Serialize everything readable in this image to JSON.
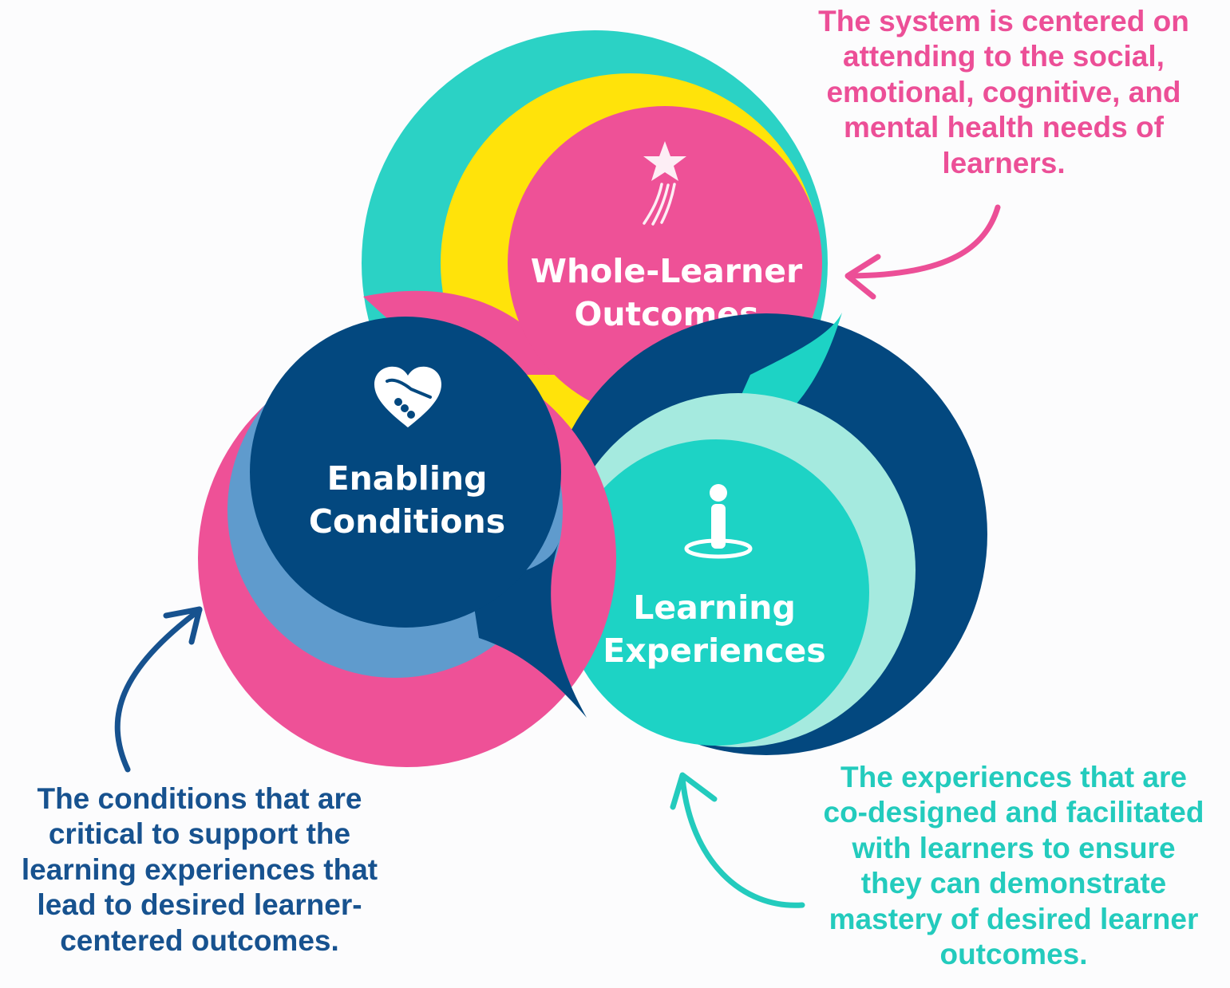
{
  "colors": {
    "pink": "#ee5197",
    "teal": "#2bd2c5",
    "yellow": "#ffe30a",
    "navy": "#03487f",
    "light_blue": "#5f9bcd",
    "mint": "#a5eadf",
    "bright_teal": "#1dd3c5",
    "navy_text": "#17528f",
    "pink_text": "#ec4f97",
    "teal_text": "#23cbbd"
  },
  "circles": {
    "outcomes": {
      "line1": "Whole-Learner",
      "line2": "Outcomes",
      "icon": "shooting-star-icon"
    },
    "conditions": {
      "line1": "Enabling",
      "line2": "Conditions",
      "icon": "heart-handshake-icon"
    },
    "experiences": {
      "line1": "Learning",
      "line2": "Experiences",
      "icon": "person-on-target-icon"
    }
  },
  "notes": {
    "outcomes": [
      "The system is centered on",
      "attending to the social,",
      "emotional, cognitive, and",
      "mental health needs of",
      "learners."
    ],
    "conditions": [
      "The conditions that are",
      "critical to support the",
      "learning experiences that",
      "lead to desired learner-",
      "centered  outcomes."
    ],
    "experiences": [
      "The experiences that are",
      "co-designed and facilitated",
      "with learners to ensure",
      "they can demonstrate",
      "mastery of desired learner",
      "outcomes."
    ]
  }
}
